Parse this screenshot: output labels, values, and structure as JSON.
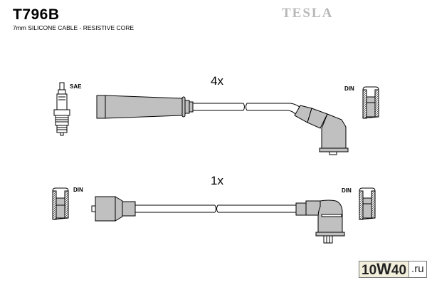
{
  "header": {
    "part_number": "T796B",
    "description": "7mm SILICONE CABLE - RESISTIVE CORE",
    "brand": "TESLA"
  },
  "cables": [
    {
      "quantity": "4x",
      "left_end": "SAE",
      "right_end": "DIN"
    },
    {
      "quantity": "1x",
      "left_end": "DIN",
      "right_end": "DIN"
    }
  ],
  "watermark": {
    "part_a": "10",
    "part_w": "W",
    "part_b": "40",
    "suffix": ".ru"
  },
  "colors": {
    "boot_fill": "#c0c0c0",
    "outline": "#000000",
    "brand_gray": "#b8b8b8"
  }
}
